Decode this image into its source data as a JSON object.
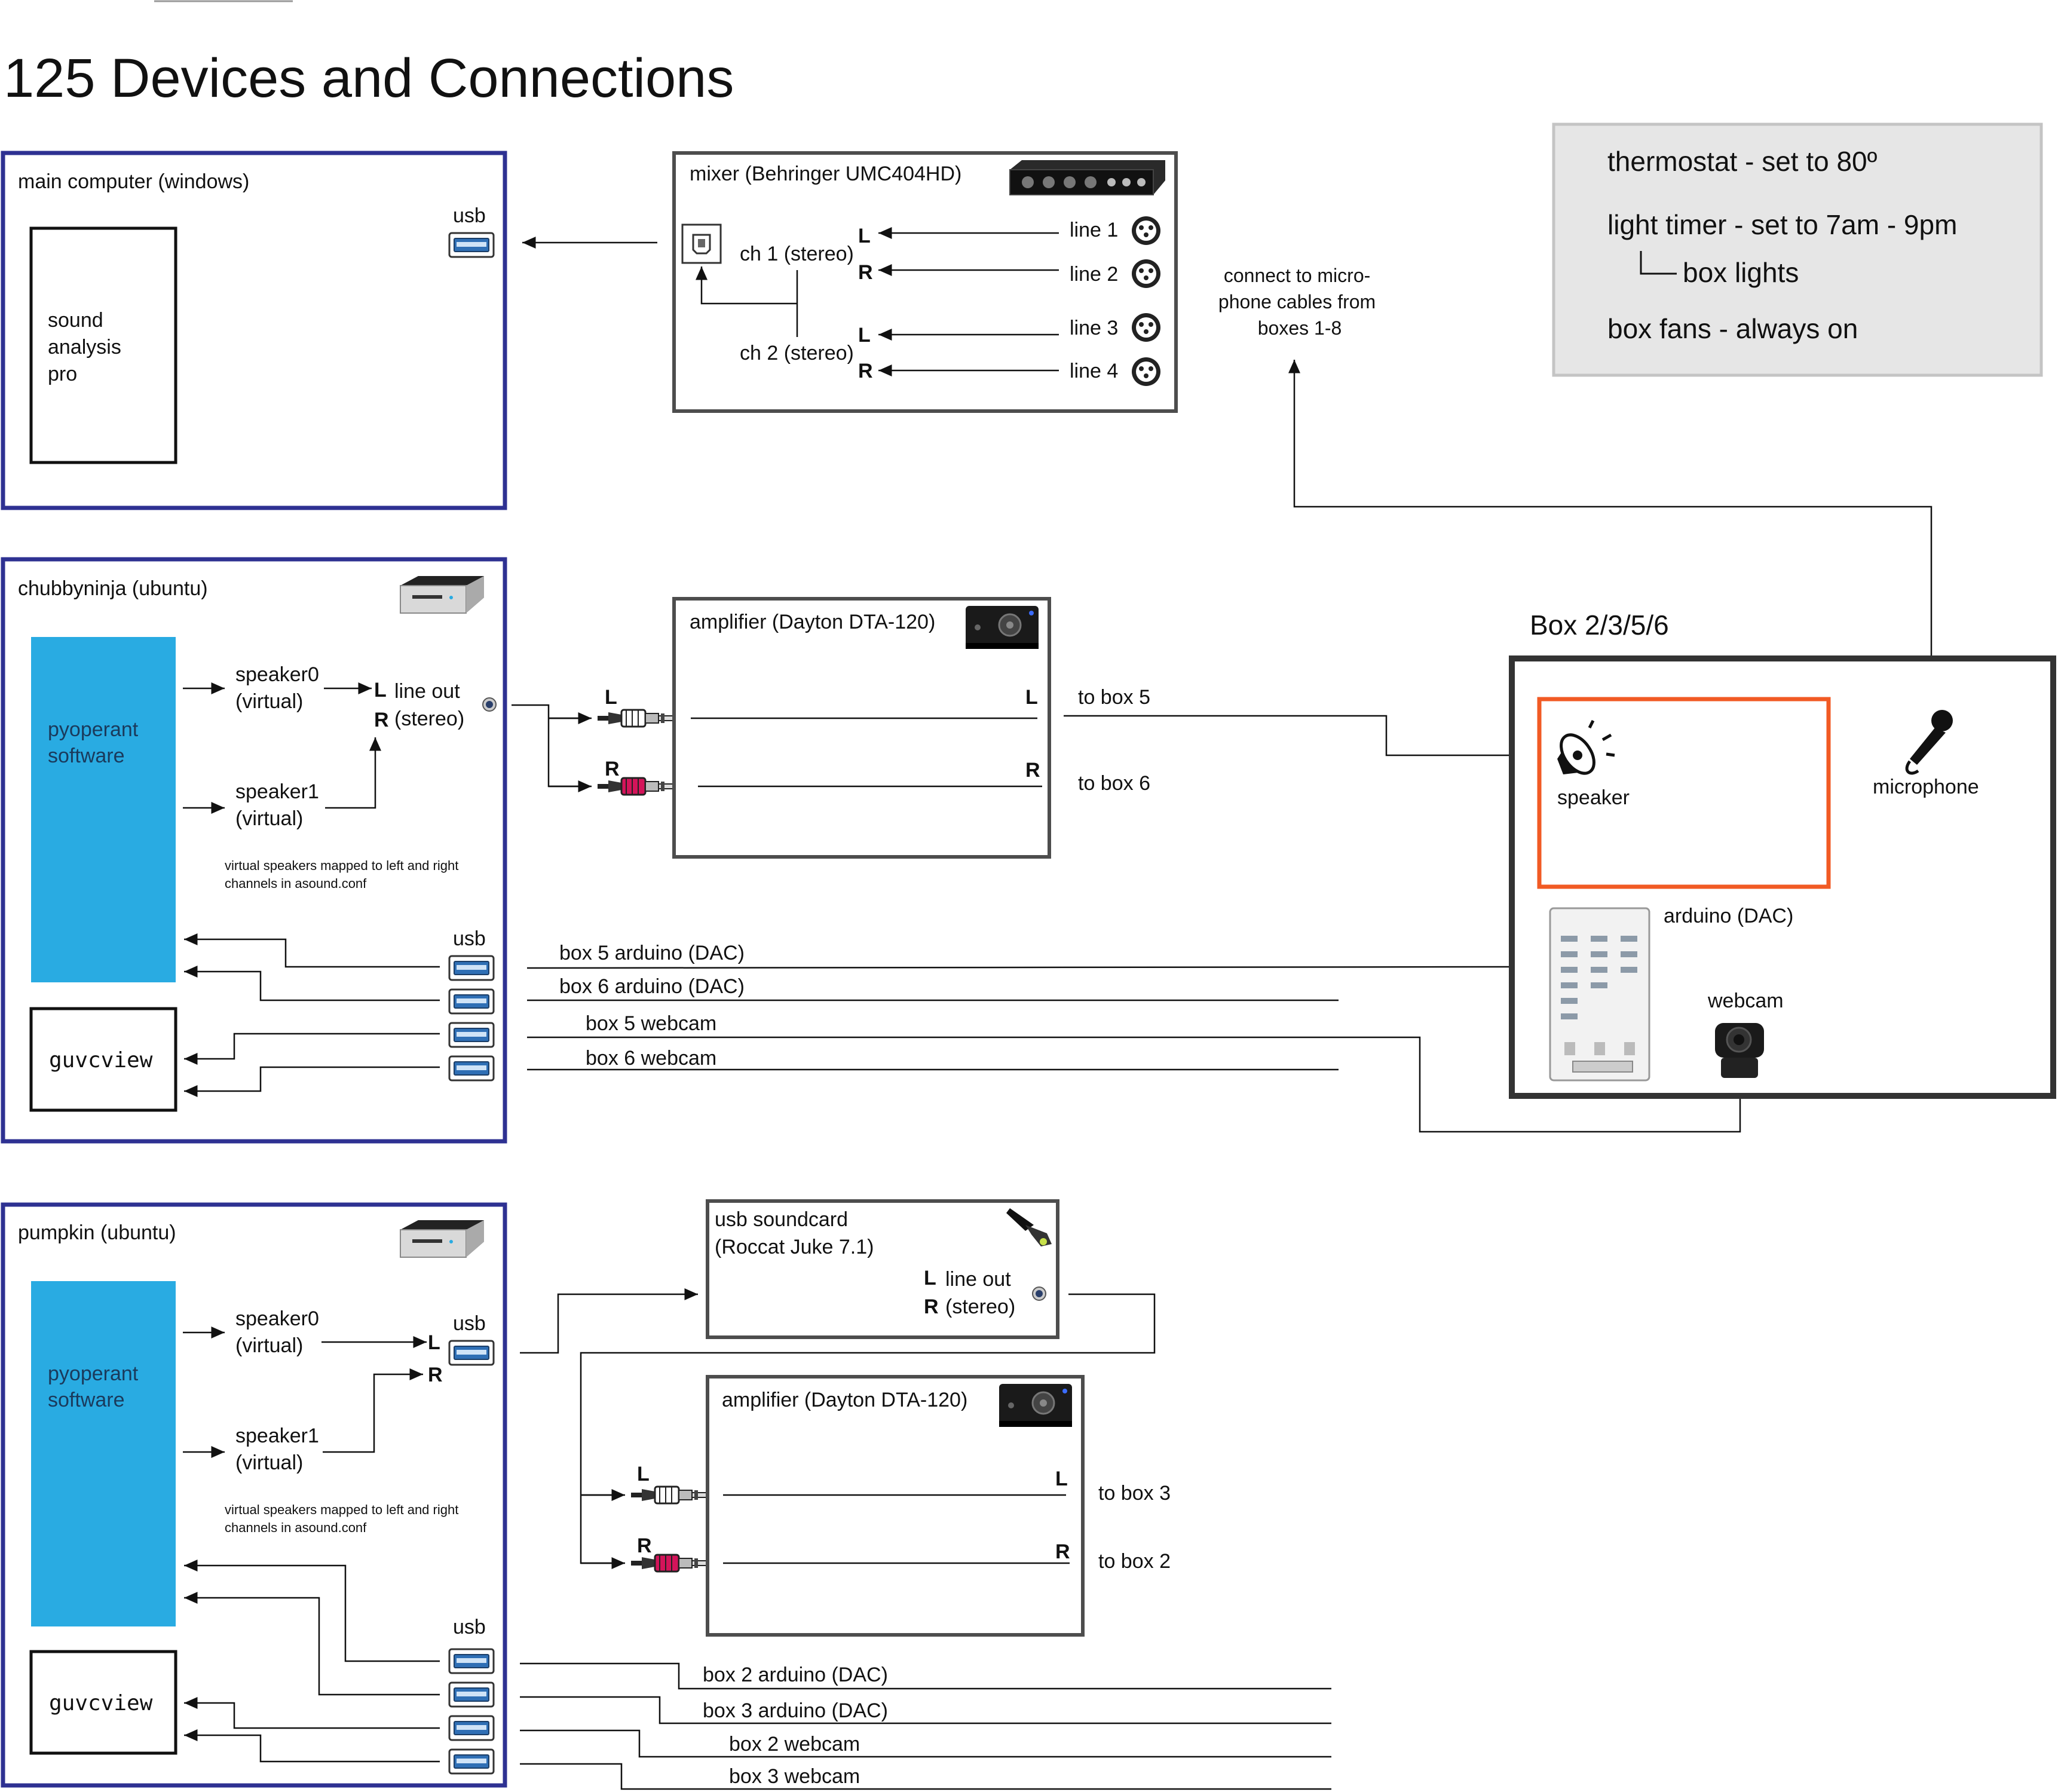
{
  "page_title": "125 Devices and Connections",
  "main_computer": {
    "title": "main computer (windows)",
    "usb_label": "usb",
    "app_label_lines": [
      "sound",
      "analysis",
      "pro"
    ]
  },
  "mixer": {
    "title": "mixer (Behringer UMC404HD)",
    "ch1": "ch 1 (stereo)",
    "ch2": "ch 2 (stereo)",
    "lines": [
      "line 1",
      "line 2",
      "line 3",
      "line 4"
    ],
    "lr": [
      "L",
      "R",
      "L",
      "R"
    ]
  },
  "mic_note_lines": [
    "connect to micro-",
    "phone cables from",
    "boxes 1-8"
  ],
  "settings": {
    "thermostat": "thermostat - set to 80º",
    "light_timer": "light timer - set to 7am - 9pm",
    "box_lights": "box lights",
    "box_fans": "box fans - always on"
  },
  "chubbyninja": {
    "title": "chubbyninja (ubuntu)",
    "software_lines": [
      "pyoperant",
      "software"
    ],
    "speaker0_lines": [
      "speaker0",
      "(virtual)"
    ],
    "speaker1_lines": [
      "speaker1",
      "(virtual)"
    ],
    "L": "L",
    "R": "R",
    "line_out_lines": [
      "line out",
      "(stereo)"
    ],
    "note_lines": [
      "virtual speakers mapped to left and right",
      "channels in asound.conf"
    ],
    "usb_label": "usb",
    "guvcview": "guvcview",
    "connections": [
      "box 5 arduino (DAC)",
      "box 6 arduino (DAC)",
      "box 5 webcam",
      "box 6 webcam"
    ]
  },
  "amplifier1": {
    "title": "amplifier (Dayton DTA-120)",
    "L": "L",
    "R": "R",
    "to_L": "to box 5",
    "to_R": "to box 6"
  },
  "rca1": {
    "L": "L",
    "R": "R"
  },
  "box": {
    "title": "Box 2/3/5/6",
    "speaker_label": "speaker",
    "microphone_label": "microphone",
    "arduino_label": "arduino (DAC)",
    "webcam_label": "webcam"
  },
  "pumpkin": {
    "title": "pumpkin (ubuntu)",
    "software_lines": [
      "pyoperant",
      "software"
    ],
    "speaker0_lines": [
      "speaker0",
      "(virtual)"
    ],
    "speaker1_lines": [
      "speaker1",
      "(virtual)"
    ],
    "L": "L",
    "R": "R",
    "usb_top_label": "usb",
    "note_lines": [
      "virtual speakers mapped to left and right",
      "channels in asound.conf"
    ],
    "usb_label": "usb",
    "guvcview": "guvcview",
    "connections": [
      "box 2 arduino (DAC)",
      "box 3 arduino (DAC)",
      "box 2 webcam",
      "box 3 webcam"
    ]
  },
  "soundcard": {
    "title_lines": [
      "usb soundcard",
      "(Roccat Juke 7.1)"
    ],
    "L": "L",
    "R": "R",
    "line_out_lines": [
      "line out",
      "(stereo)"
    ]
  },
  "amplifier2": {
    "title": "amplifier (Dayton DTA-120)",
    "L": "L",
    "R": "R",
    "to_L": "to box 3",
    "to_R": "to box 2"
  },
  "rca2": {
    "L": "L",
    "R": "R"
  },
  "colors": {
    "computer_border": "#2e3192",
    "software_fill": "#29abe2",
    "speaker_box": "#f15a24",
    "settings_fill": "#e6e6e6",
    "rca_red": "#d4145a"
  }
}
